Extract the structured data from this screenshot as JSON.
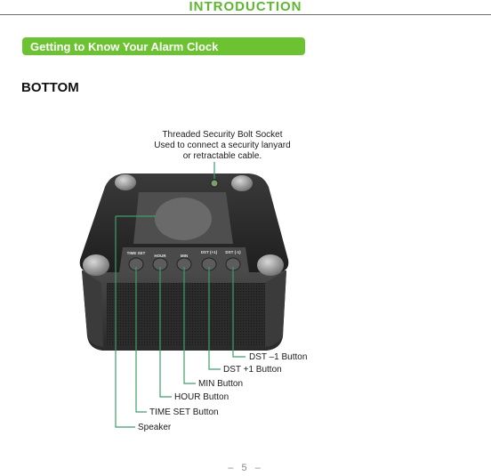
{
  "header": {
    "title": "INTRODUCTION"
  },
  "section": {
    "banner": "Getting to Know Your Alarm Clock"
  },
  "view": {
    "heading": "BOTTOM"
  },
  "socket": {
    "line1": "Threaded Security Bolt Socket",
    "line2": "Used to connect a security lanyard",
    "line3": "or retractable cable."
  },
  "button_labels": [
    "TIME SET",
    "HOUR",
    "MIN",
    "DST (+1)",
    "DST (-1)"
  ],
  "callouts": {
    "dst_minus": "DST –1 Button",
    "dst_plus": "DST +1 Button",
    "min": "MIN Button",
    "hour": "HOUR Button",
    "time_set": "TIME SET Button",
    "speaker": "Speaker"
  },
  "footer": {
    "page": "– 5 –"
  },
  "colors": {
    "accent": "#6cc332",
    "leader": "#3aa06a"
  }
}
